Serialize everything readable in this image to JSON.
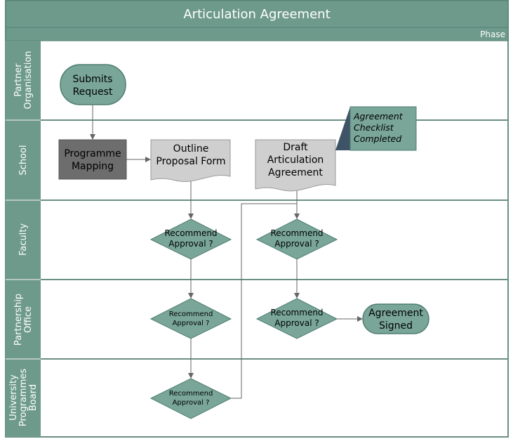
{
  "diagram": {
    "title": "Articulation Agreement",
    "phase_label": "Phase",
    "lanes": [
      {
        "id": "partner",
        "label_lines": [
          "Partner",
          "Organisation"
        ]
      },
      {
        "id": "school",
        "label_lines": [
          "School"
        ]
      },
      {
        "id": "faculty",
        "label_lines": [
          "Faculty"
        ]
      },
      {
        "id": "partnership",
        "label_lines": [
          "Partnership",
          "Office"
        ]
      },
      {
        "id": "upb",
        "label_lines": [
          "University",
          "Programmes",
          "Board"
        ]
      }
    ],
    "nodes": {
      "submits_request": {
        "lines": [
          "Submits",
          "Request"
        ]
      },
      "programme_mapping": {
        "lines": [
          "Programme",
          "Mapping"
        ]
      },
      "outline_proposal": {
        "lines": [
          "Outline",
          "Proposal Form"
        ]
      },
      "draft_agreement": {
        "lines": [
          "Draft",
          "Articulation",
          "Agreement"
        ]
      },
      "checklist_note": {
        "lines": [
          "Agreement",
          "Checklist",
          "Completed"
        ]
      },
      "faculty_decision_1": {
        "lines": [
          "Recommend",
          "Approval ?"
        ]
      },
      "faculty_decision_2": {
        "lines": [
          "Recommend",
          "Approval  ?"
        ]
      },
      "office_decision_1": {
        "lines": [
          "Recommend",
          "Approval ?"
        ]
      },
      "office_decision_2": {
        "lines": [
          "Recommend",
          "Approval  ?"
        ]
      },
      "board_decision": {
        "lines": [
          "Recommend",
          "Approval ?"
        ]
      },
      "agreement_signed": {
        "lines": [
          "Agreement",
          "Signed"
        ]
      }
    },
    "colors": {
      "header": "#6e9a8c",
      "header_border": "#4f7e70",
      "lane_bg": "#ffffff",
      "border": "#6a8f84",
      "node_fill": "#7aa699",
      "node_stroke": "#4e7d70",
      "task_dark": "#6d6d6d",
      "document_fill": "#cfcfcf",
      "document_stroke": "#9a9a9a",
      "note_dark": "#3f5367",
      "arrow": "#666666"
    }
  }
}
